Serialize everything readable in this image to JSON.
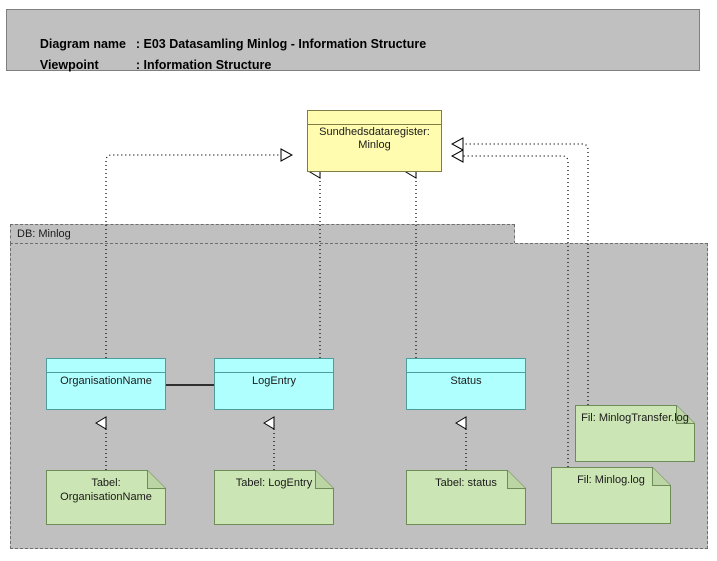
{
  "header": {
    "line1_key": "Diagram name",
    "line1_sep": ": ",
    "line1_value": "E03 Datasamling Minlog - Information Structure",
    "line2_key": "Viewpoint",
    "line2_sep": ": ",
    "line2_value": "Information Structure"
  },
  "group": {
    "label": "DB: Minlog"
  },
  "nodes": {
    "registry": {
      "label": "Sundhedsdataregister: Minlog"
    },
    "organisation_name": {
      "label": "OrganisationName"
    },
    "log_entry": {
      "label": "LogEntry"
    },
    "status": {
      "label": "Status"
    },
    "tabel_organisation_name": {
      "label": "Tabel: OrganisationName"
    },
    "tabel_log_entry": {
      "label": "Tabel: LogEntry"
    },
    "tabel_status": {
      "label": "Tabel: status"
    },
    "fil_minlog_transfer": {
      "label": "Fil: MinlogTransfer.log"
    },
    "fil_minlog": {
      "label": "Fil: Minlog.log"
    }
  },
  "colors": {
    "header_bg": "#c0c0c0",
    "group_bg": "#c0c0c0",
    "business_object": "#fffcaf",
    "data_object": "#b0ffff",
    "artifact": "#cce5b4",
    "line": "#000000"
  }
}
